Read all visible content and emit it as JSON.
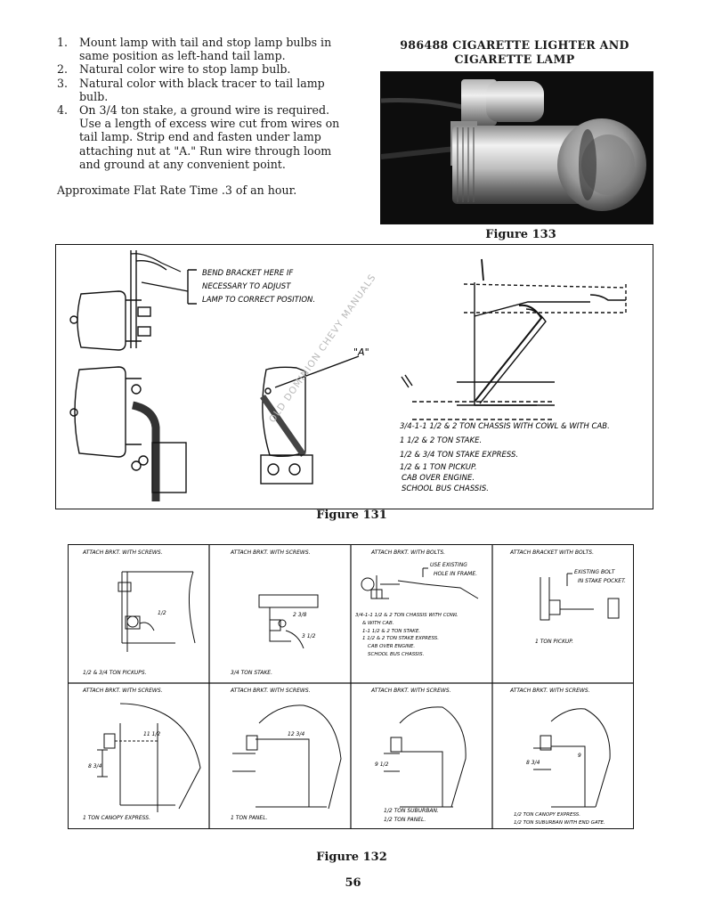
{
  "instructions": {
    "steps": [
      {
        "num": "1.",
        "text": "Mount lamp with tail and stop lamp bulbs in same position as left-hand tail lamp."
      },
      {
        "num": "2.",
        "text": "Natural color wire to stop lamp bulb."
      },
      {
        "num": "3.",
        "text": "Natural color with black tracer to tail lamp bulb."
      },
      {
        "num": "4.",
        "text": "On 3/4 ton stake, a ground wire is required. Use a length of excess wire cut from wires on tail lamp. Strip end and fasten under lamp attaching nut at \"A.\" Run wire through loom and ground at any convenient point."
      }
    ],
    "flat_rate": "Approximate Flat Rate Time .3 of an hour."
  },
  "accessory": {
    "title_line1": "986488 CIGARETTE LIGHTER AND",
    "title_line2": "CIGARETTE LAMP"
  },
  "fig133": {
    "caption": "Figure 133"
  },
  "fig131": {
    "caption": "Figure 131",
    "bend_note": [
      "BEND BRACKET HERE IF",
      "NECESSARY TO ADJUST",
      "LAMP TO CORRECT POSITION."
    ],
    "point_label": "\"A\"",
    "models": [
      "3/4-1-1 1/2 & 2 TON CHASSIS WITH COWL & WITH CAB.",
      "1 1/2 & 2 TON STAKE.",
      "1/2 & 3/4 TON STAKE EXPRESS.",
      "1/2 & 1 TON PICKUP.",
      "CAB OVER ENGINE.",
      "SCHOOL BUS CHASSIS."
    ]
  },
  "fig132": {
    "caption": "Figure 132",
    "panels": [
      {
        "header": "ATTACH BRKT. WITH SCREWS.",
        "footer": "1/2 & 3/4 TON PICKUPS."
      },
      {
        "header": "ATTACH BRKT. WITH SCREWS.",
        "footer": "3/4 TON STAKE.",
        "dims": [
          "2 3/8",
          "3 1/2"
        ]
      },
      {
        "header": "ATTACH BRKT. WITH BOLTS.",
        "note": [
          "USE EXISTING",
          "HOLE IN FRAME."
        ],
        "models": [
          "3/4-1-1 1/2 & 2 TON CHASSIS WITH COWL",
          "& WITH CAB.",
          "1-1 1/2 & 2 TON STAKE.",
          "1 1/2 & 2 TON STAKE EXPRESS.",
          "CAB OVER ENGINE.",
          "SCHOOL BUS CHASSIS."
        ]
      },
      {
        "header": "ATTACH BRACKET WITH BOLTS.",
        "note": [
          "EXISTING BOLT",
          "IN STAKE POCKET."
        ],
        "footer": "1 TON PICKUP."
      },
      {
        "header": "ATTACH BRKT. WITH SCREWS.",
        "footer": "1 TON CANOPY EXPRESS.",
        "dims": [
          "11 1/2",
          "8 3/4"
        ]
      },
      {
        "header": "ATTACH BRKT. WITH SCREWS.",
        "footer": "1 TON PANEL.",
        "dims": [
          "12 3/4"
        ]
      },
      {
        "header": "ATTACH BRKT. WITH SCREWS.",
        "footer": "1/2 TON SUBURBAN.",
        "footer2": "1/2 TON PANEL.",
        "dims": [
          "9 1/2"
        ]
      },
      {
        "header": "ATTACH BRKT. WITH SCREWS.",
        "footer": "1/2 TON CANOPY EXPRESS.",
        "footer2": "1/2 TON SUBURBAN WITH END GATE.",
        "dims": [
          "8 3/4",
          "9"
        ]
      }
    ]
  },
  "watermark": "OLD DOMINION CHEVY MANUALS",
  "page_number": "56"
}
